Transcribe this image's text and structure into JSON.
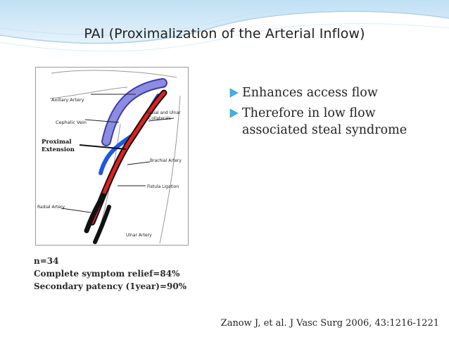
{
  "slide": {
    "title": "PAI (Proximalization of the Arterial Inflow)",
    "figure": {
      "labels": {
        "axillary": "Axillary Artery",
        "cephalic": "Cephalic Vein",
        "proximal_1": "Proximal",
        "proximal_2": "Extension",
        "radial_ulnar_1": "Radial and Ulnar",
        "radial_ulnar_2": "Collaterals",
        "brachial": "Brachial Artery",
        "ligation": "Fistula Ligation",
        "radial": "Radial Artery",
        "ulnar": "Ulnar Artery"
      },
      "colors": {
        "arterial_inflow": "#e02020",
        "venous_outflow": "#1e5adf",
        "axillary_band": "#7a7ad8"
      }
    },
    "stats": {
      "n": "n=34",
      "relief": "Complete symptom relief=84%",
      "patency": "Secondary patency (1year)=90%"
    },
    "bullets": [
      {
        "text": "Enhances access flow"
      },
      {
        "text": "Therefore in low flow associated steal syndrome"
      }
    ],
    "citation": "Zanow J, et al. J Vasc Surg 2006, 43:1216-1221",
    "colors": {
      "header_band": "#cfe8f7",
      "bullet": "#3cb4e6"
    }
  }
}
